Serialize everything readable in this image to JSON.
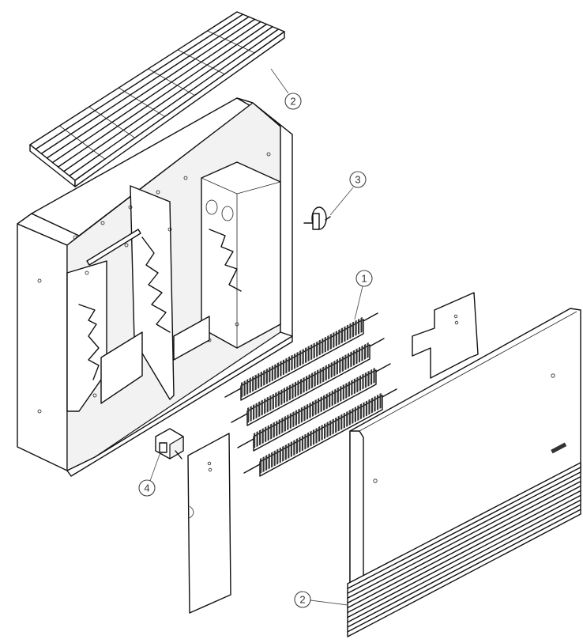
{
  "callouts": {
    "grille_top": "2",
    "thermostat": "3",
    "heating_element": "1",
    "switch": "4",
    "grille_bottom": "2"
  }
}
